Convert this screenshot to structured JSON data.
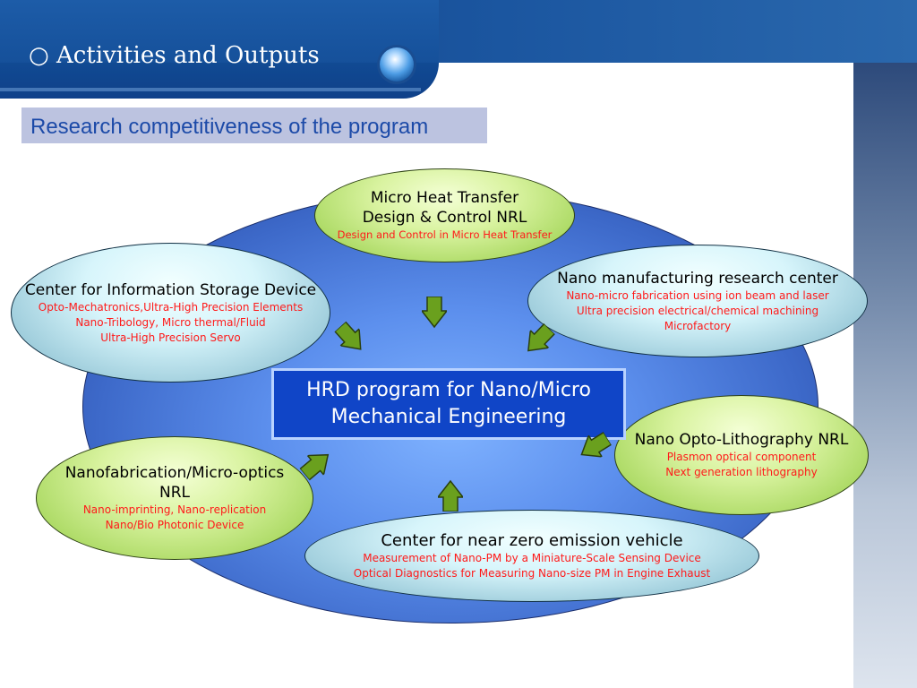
{
  "slide": {
    "title": "○ Activities and Outputs",
    "subtitle": "Research competitiveness of the program"
  },
  "core": {
    "line1": "HRD program for Nano/Micro",
    "line2": "Mechanical Engineering"
  },
  "nodes": {
    "top": {
      "title1": "Micro Heat Transfer",
      "title2": "Design & Control NRL",
      "sub1": "Design and Control in Micro Heat Transfer"
    },
    "left_upper": {
      "title1": "Center for Information Storage Device",
      "sub1": "Opto-Mechatronics,Ultra-High Precision Elements",
      "sub2": "Nano-Tribology, Micro thermal/Fluid",
      "sub3": "Ultra-High Precision Servo"
    },
    "right_upper": {
      "title1": "Nano manufacturing research center",
      "sub1": "Nano-micro fabrication using ion beam and laser",
      "sub2": "Ultra precision electrical/chemical machining",
      "sub3": "Microfactory"
    },
    "right_lower": {
      "title1": "Nano Opto-Lithography NRL",
      "sub1": "Plasmon optical component",
      "sub2": "Next generation lithography"
    },
    "left_lower": {
      "title1": "Nanofabrication/Micro-optics",
      "title2": "NRL",
      "sub1": "Nano-imprinting, Nano-replication",
      "sub2": "Nano/Bio Photonic Device"
    },
    "bottom": {
      "title1": "Center for near zero emission vehicle",
      "sub1": "Measurement of Nano-PM by a Miniature-Scale Sensing Device",
      "sub2": "Optical Diagnostics for Measuring Nano-size PM in Engine Exhaust"
    }
  },
  "colors": {
    "header": "#123f84",
    "subtitle_text": "#1c4aa8",
    "subtitle_box": "#bcc3e0",
    "core": "#1045c7",
    "detail_text": "#ff1a1a",
    "arrow": "#6aa01e"
  },
  "icons": [
    "orb-icon",
    "arrow-icon"
  ]
}
